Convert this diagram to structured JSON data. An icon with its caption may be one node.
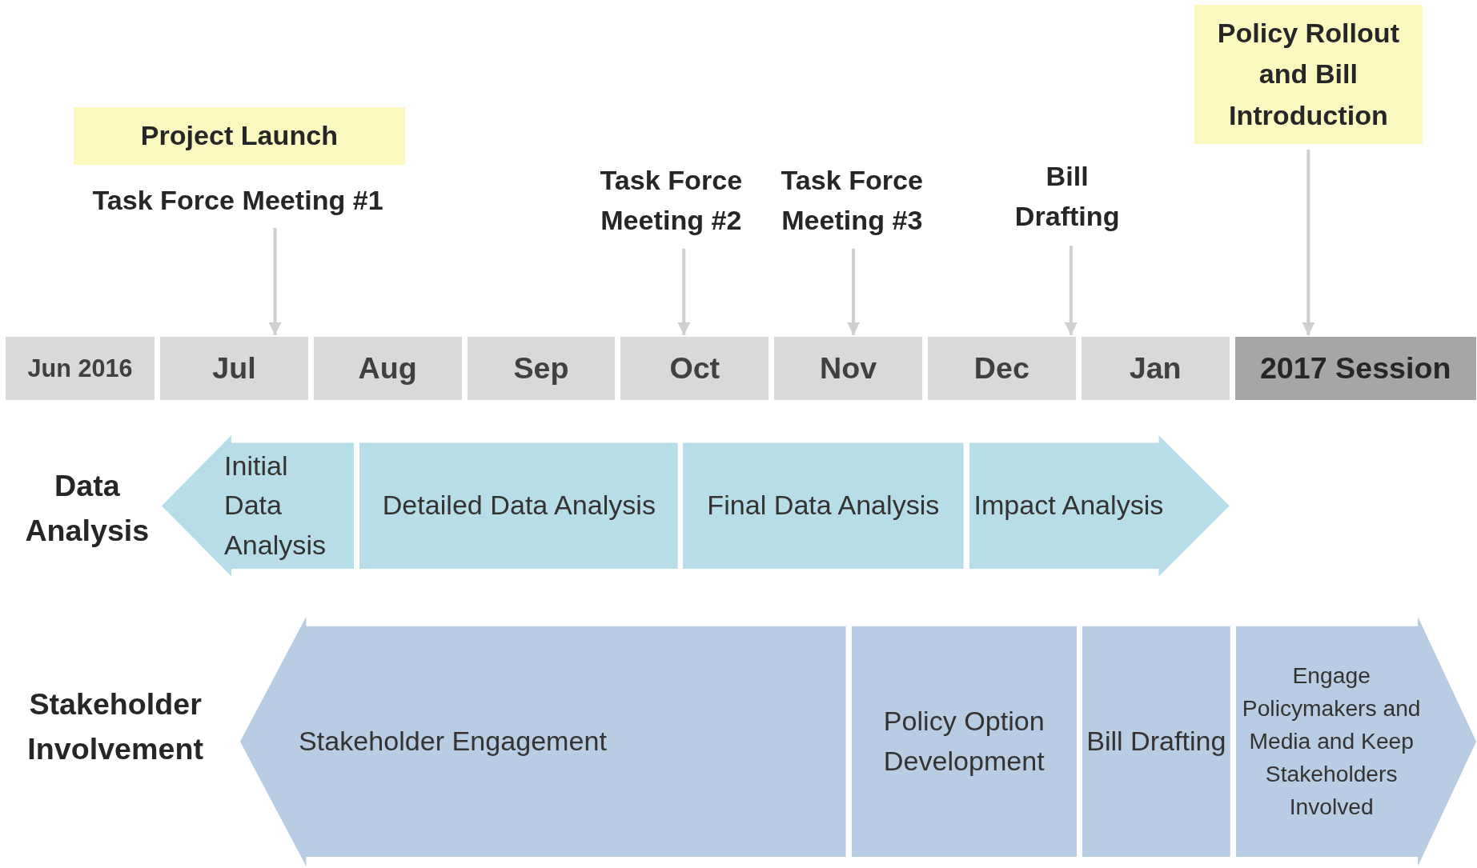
{
  "diagram": {
    "nodes": [
      {
        "text": [
          "Project Launch"
        ]
      },
      {
        "text": [
          "Task Force Meeting #1"
        ]
      },
      {
        "text": [
          "Task Force Meeting #2"
        ]
      },
      {
        "text": [
          "Task Force Meeting #3"
        ]
      },
      {
        "text": [
          "Bill Drafting"
        ]
      },
      {
        "text": [
          "Policy Rollout and Bill Introduction"
        ]
      },
      {
        "text": [
          "Jun 2016"
        ]
      },
      {
        "text": [
          "Jul"
        ]
      },
      {
        "text": [
          "Aug"
        ]
      },
      {
        "text": [
          "Sep"
        ]
      },
      {
        "text": [
          "Oct"
        ]
      },
      {
        "text": [
          "Nov"
        ]
      },
      {
        "text": [
          "Dec"
        ]
      },
      {
        "text": [
          "Jan"
        ]
      },
      {
        "text": [
          "2017 Session"
        ]
      },
      {
        "text": [
          "Initial Data Analysis"
        ]
      },
      {
        "text": [
          "Detailed Data Analysis"
        ]
      },
      {
        "text": [
          "Final Data Analysis"
        ]
      },
      {
        "text": [
          "Impact Analysis"
        ]
      },
      {
        "text": [
          "Stakeholder Engagement"
        ]
      },
      {
        "text": [
          "Policy Option Development"
        ]
      },
      {
        "text": [
          "Bill Drafting"
        ]
      },
      {
        "text": [
          "Engage Policymakers and Media and Keep Stakeholders Involved"
        ]
      }
    ],
    "edges": [
      {
        "from": 1,
        "to": 7,
        "arrow": "to"
      },
      {
        "from": 2,
        "to": 10,
        "arrow": "to"
      },
      {
        "from": 3,
        "to": 11,
        "arrow": "to"
      },
      {
        "from": 4,
        "to": 12,
        "arrow": "to"
      },
      {
        "from": 5,
        "to": 14,
        "arrow": "to"
      }
    ],
    "labels": [
      "Data Analysis",
      "Stakeholder Involvement"
    ]
  }
}
